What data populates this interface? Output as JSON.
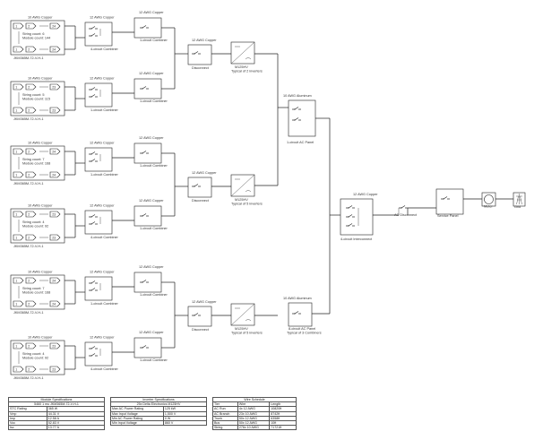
{
  "strings": [
    {
      "wire": "10 AWG Copper",
      "count": "String count: 6",
      "modules": "Module count: 144",
      "model": "JKM365M-72-V-H-1",
      "left": "1",
      "mid": "2",
      "right": "24",
      "combiner": "4-circuit Combiner"
    },
    {
      "wire": "10 AWG Copper",
      "count": "String count: 5",
      "modules": "Module count: 115",
      "model": "JKM365M-72-V-H-1",
      "left": "1",
      "mid": "2",
      "right": "23",
      "combiner": "1-circuit Combiner"
    },
    {
      "wire": "10 AWG Copper",
      "count": "String count: 7",
      "modules": "Module count: 168",
      "model": "JKM365M-72-V-H-1",
      "left": "1",
      "mid": "2",
      "right": "24",
      "combiner": "1-circuit Combiner"
    },
    {
      "wire": "10 AWG Copper",
      "count": "String count: 4",
      "modules": "Module count: 92",
      "model": "JKM365M-72-V-H-1",
      "left": "1",
      "mid": "2",
      "right": "23",
      "combiner": "4-circuit Combiner"
    },
    {
      "wire": "10 AWG Copper",
      "count": "String count: 7",
      "modules": "Module count: 168",
      "model": "JKM365M-72-V-H-1",
      "left": "1",
      "mid": "2",
      "right": "24",
      "combiner": "1-circuit Combiner"
    },
    {
      "wire": "10 AWG Copper",
      "count": "String count: 4",
      "modules": "Module count: 92",
      "model": "JKM365M-72-V-H-1",
      "left": "1",
      "mid": "2",
      "right": "23",
      "combiner": "4-circuit Combiner"
    }
  ],
  "combiner_wire": "12 AWG Copper",
  "combiner_second": "1-circuit Combiner",
  "inverter_groups": [
    {
      "disconnect": "Disconnect",
      "inverter": "M125HV",
      "note": "Typical of 2 inverters"
    },
    {
      "disconnect": "Disconnect",
      "inverter": "M125HV",
      "note": "Typical of 5 inverters"
    },
    {
      "disconnect": "Disconnect",
      "inverter": "M125HV",
      "note": "Typical of 5 inverters"
    }
  ],
  "ac_panels": [
    {
      "wire": "10 AWG Aluminum",
      "name": "1-circuit AC Panel",
      "note": ""
    },
    {
      "wire": "10 AWG Aluminum",
      "name": "8-circuit AC Panel",
      "note": "Typical of 3 Combiners"
    }
  ],
  "interconnect": {
    "wire": "12 AWG Copper",
    "label": "4-circuit Interconnect"
  },
  "ac_disconnect": "AC Disconnect",
  "service_panel": "Service Panel",
  "meter": "Meter",
  "grid": "Grid",
  "module_table": {
    "title": "Module Specifications",
    "subtitle": "5460 1 mu JKM365M-72-V-H-1",
    "rows": [
      [
        "STC Rating",
        "365 W"
      ],
      [
        "Vmp",
        "44.31 V"
      ],
      [
        "Imp",
        "12.58 A"
      ],
      [
        "Voc",
        "52.83 V"
      ],
      [
        "Isc",
        "13.77 A"
      ]
    ]
  },
  "inverter_table": {
    "title": "Inverter Specifications",
    "subtitle": "25x Delta Electronics M125HV",
    "rows": [
      [
        "Max AC Power Rating",
        "125 kW"
      ],
      [
        "Max Input Voltage",
        "1,500 V"
      ],
      [
        "Min AC Power Rating",
        "0 W"
      ],
      [
        "Min Input Voltage",
        "860 V"
      ]
    ]
  },
  "wire_table": {
    "title": "Wire Schedule",
    "headers": [
      "Tier",
      "Wire",
      "Length"
    ],
    "rows": [
      [
        "AC Run",
        "4x 12 AWG",
        "10820ft"
      ],
      [
        "AC Branch",
        "23x 10 AWG",
        "8742ft"
      ],
      [
        "Trunk",
        "50x 12 AWG",
        "6358ft"
      ],
      [
        "Bus",
        "50x 12 AWG",
        "10ft"
      ],
      [
        "String",
        "276x 10 AWG",
        "71721ft"
      ]
    ]
  }
}
